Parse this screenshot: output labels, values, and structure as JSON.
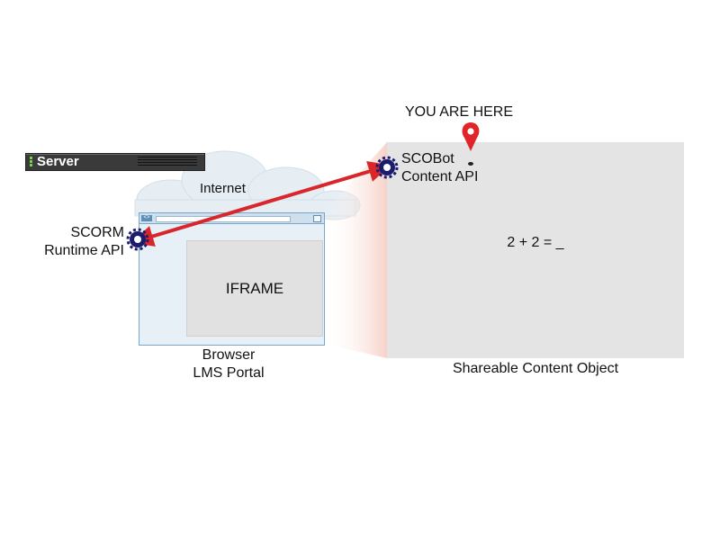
{
  "server": {
    "label": "Server"
  },
  "cloud_label": "Internet",
  "scorm_label": {
    "line1": "SCORM",
    "line2": "Runtime API"
  },
  "browser": {
    "iframe_label": "IFRAME",
    "caption_line1": "Browser",
    "caption_line2": "LMS Portal",
    "ctrl_glyph": "<>"
  },
  "scobot_label": {
    "line1": "SCOBot",
    "line2": "Content API"
  },
  "you_are_here": "YOU ARE HERE",
  "sco": {
    "question": "2 + 2 = _",
    "caption": "Shareable Content Object"
  },
  "colors": {
    "arrow": "#d9262b",
    "gear": "#1b1c6e",
    "pin": "#e0252a",
    "cloud": "#e3ecf3",
    "sco_panel": "#e4e4e4",
    "beam": "#f7d6cf"
  }
}
